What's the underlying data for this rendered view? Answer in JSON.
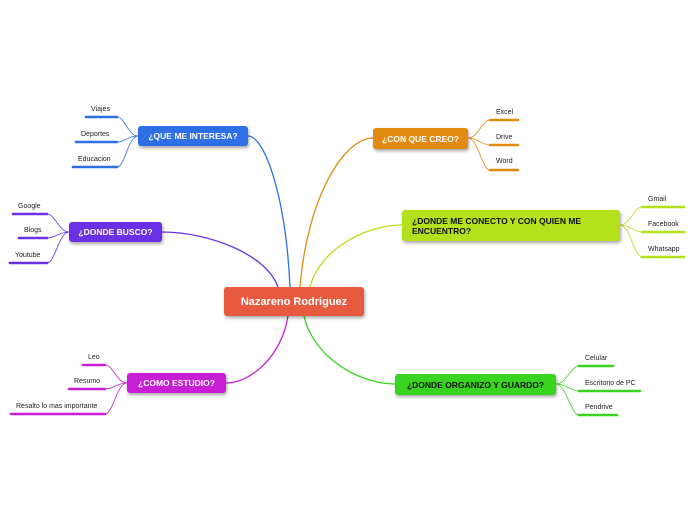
{
  "central": {
    "label": "Nazareno Rodriguez",
    "color": "#e85a40"
  },
  "branches": [
    {
      "id": "interesa",
      "label": "¿QUE ME INTERESA?",
      "color": "#2f6fe6",
      "leaves": [
        "Viajes",
        "Deportes",
        "Educacion"
      ]
    },
    {
      "id": "busco",
      "label": "¿DONDE BUSCO?",
      "color": "#6a30e6",
      "leaves": [
        "Google",
        "Blogs",
        "Youtube"
      ]
    },
    {
      "id": "estudio",
      "label": "¿COMO ESTUDIO?",
      "color": "#c81fd6",
      "leaves": [
        "Leo",
        "Resumo",
        "Resalto lo mas importante"
      ]
    },
    {
      "id": "creo",
      "label": "¿CON QUE CREO?",
      "color": "#e18a10",
      "leaves": [
        "Excel",
        "Drive",
        "Word"
      ]
    },
    {
      "id": "conecto",
      "label": "¿DONDE ME CONECTO Y CON QUIEN ME ENCUENTRO?",
      "color": "#b4e01c",
      "leaves": [
        "Gmail",
        "Facebook",
        "Whatsapp"
      ]
    },
    {
      "id": "organizo",
      "label": "¿DONDE ORGANIZO Y GUARDO?",
      "color": "#38d420",
      "leaves": [
        "Celular",
        "Escritorio de PC",
        "Pendrive"
      ]
    }
  ]
}
